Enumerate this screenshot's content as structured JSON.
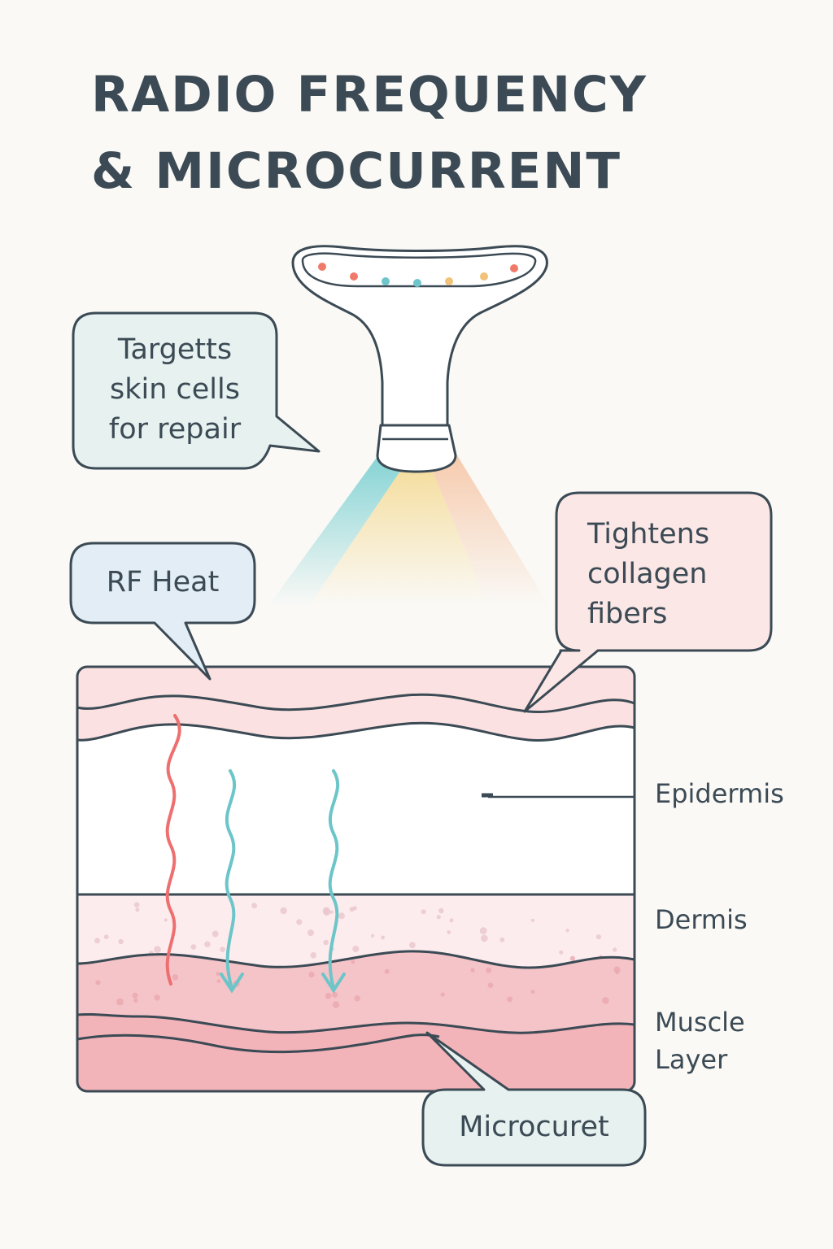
{
  "title": {
    "line1": "RADIO FREQUENCY",
    "line2": "& MICROCURRENT"
  },
  "device": {
    "led_colors": [
      "#f07a6a",
      "#f07a6a",
      "#6ec6cc",
      "#6ec6cc",
      "#f2c27a",
      "#f2c27a",
      "#f07a6a"
    ]
  },
  "callouts": {
    "targets": {
      "lines": [
        "Targetts",
        "skin cells",
        "for repair"
      ],
      "fill": "#e6f1f0"
    },
    "rf_heat": {
      "text": "RF Heat",
      "fill": "#e2edf6"
    },
    "tightens": {
      "lines": [
        "Tightens",
        "collagen",
        "fibers"
      ],
      "fill": "#fbe7e5"
    },
    "microcurrent": {
      "text": "Microcuret",
      "fill": "#e6f1f0"
    }
  },
  "layers": {
    "epidermis": "Epidermis",
    "dermis": "Dermis",
    "muscle": {
      "line1": "Muscle",
      "line2": "Layer"
    }
  },
  "colors": {
    "outline": "#3b4a54",
    "rf_wave": "#ee6f6f",
    "micro_wave": "#6cc5c8",
    "beam_teal": "#7fd1d3",
    "beam_yellow": "#f4dc9a",
    "beam_peach": "#f6c6a6",
    "surface_pink": "#fbe1e1",
    "dermis_pink": "#fcecee",
    "deep_pink": "#f5c4c8",
    "muscle_pink": "#f2b3b9"
  }
}
